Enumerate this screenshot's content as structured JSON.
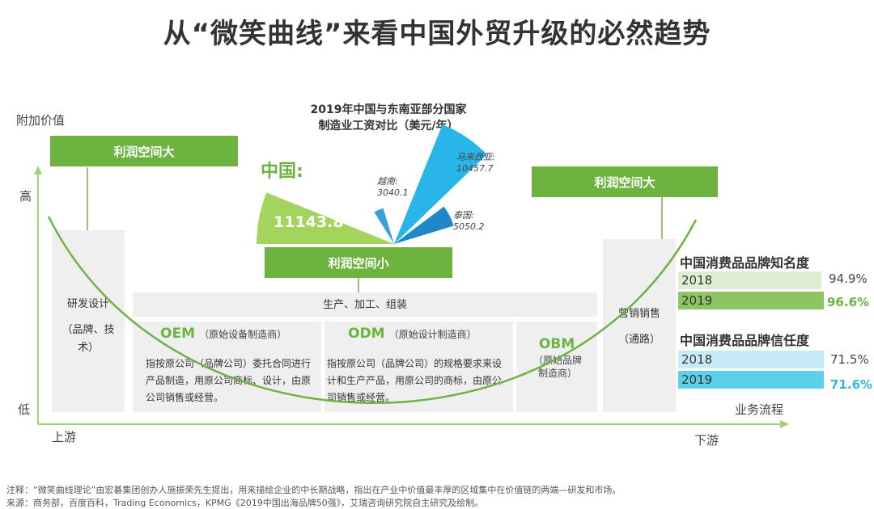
{
  "title": "从“微笑曲线”来看中国外贸升级的必然趋势",
  "axes": {
    "y_label": "附加价值",
    "y_high": "高",
    "y_low": "低",
    "x_label": "业务流程",
    "x_left": "上游",
    "x_right": "下游"
  },
  "profit": {
    "left": "利润空间大",
    "middle": "利润空间小",
    "right": "利润空间大"
  },
  "columns": {
    "rd": {
      "title": "研发设计",
      "sub": "（品牌、技术）"
    },
    "production": "生产、加工、组装",
    "oem": {
      "head": "OEM",
      "sub": "（原始设备制造商）",
      "desc": "指按原公司（品牌公司）委托合同进行产品制造，用原公司商标、设计，由原公司销售或经营。"
    },
    "odm": {
      "head": "ODM",
      "sub": "（原始设计制造商）",
      "desc": "指按原公司（品牌公司）的规格要求来设计和生产产品，用原公司的商标，由原公司销售或经营。"
    },
    "obm": {
      "head": "OBM",
      "sub": "（原始品牌制造商）"
    },
    "marketing": {
      "title": "营销销售",
      "sub": "（通路）"
    }
  },
  "wage_chart": {
    "title_line1": "2019年中国与东南亚部分国家",
    "title_line2": "制造业工资对比（美元/年）",
    "china_label": "中国:",
    "countries": [
      {
        "name": "中国",
        "value": 11143.8,
        "label": "11143.8",
        "color": "#a3d45c"
      },
      {
        "name": "越南:",
        "value": 3040.1,
        "label": "3040.1",
        "color": "#3aa0d8"
      },
      {
        "name": "马来西亚:",
        "value": 10457.7,
        "label": "10457.7",
        "color": "#29b5e8"
      },
      {
        "name": "泰国:",
        "value": 5050.2,
        "label": "5050.2",
        "color": "#1e88c8"
      }
    ]
  },
  "chart_data": [
    {
      "type": "bar",
      "title": "中国消费品品牌知名度",
      "categories": [
        "2018",
        "2019"
      ],
      "values": [
        94.9,
        96.6
      ],
      "labels": [
        "94.9%",
        "96.6%"
      ],
      "colors": [
        "#dfeed3",
        "#8cc563"
      ],
      "highlight_color": "#6db33f"
    },
    {
      "type": "bar",
      "title": "中国消费品品牌信任度",
      "categories": [
        "2018",
        "2019"
      ],
      "values": [
        71.5,
        71.6
      ],
      "labels": [
        "71.5%",
        "71.6%"
      ],
      "colors": [
        "#c8ecf7",
        "#5ccfea"
      ],
      "highlight_color": "#2bbbd8"
    }
  ],
  "notes": {
    "line1": "注释：“微笑曲线理论”由宏碁集团创办人施振荣先生提出，用来描绘企业的中长期战略，指出在产业中价值最丰厚的区域集中在价值链的两端—研发和市场。",
    "line2": "来源：商务部，百度百科，Trading Economics，KPMG《2019中国出海品牌50强》，艾瑞咨询研究院自主研究及绘制。"
  }
}
